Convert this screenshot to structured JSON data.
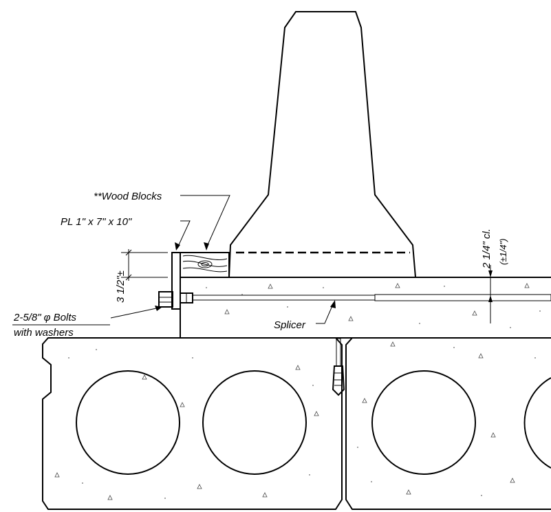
{
  "labels": {
    "wood_blocks": "**Wood Blocks",
    "plate": "PL 1\" x 7\" x 10\"",
    "bolts_line1": "2-5/8\" φ Bolts",
    "bolts_line2": "with washers",
    "splicer": "Splicer",
    "height_dim": "3 1/2\"±",
    "clearance_dim": "2 1/4\" cl.",
    "clearance_tol": "(±1/4\")"
  }
}
